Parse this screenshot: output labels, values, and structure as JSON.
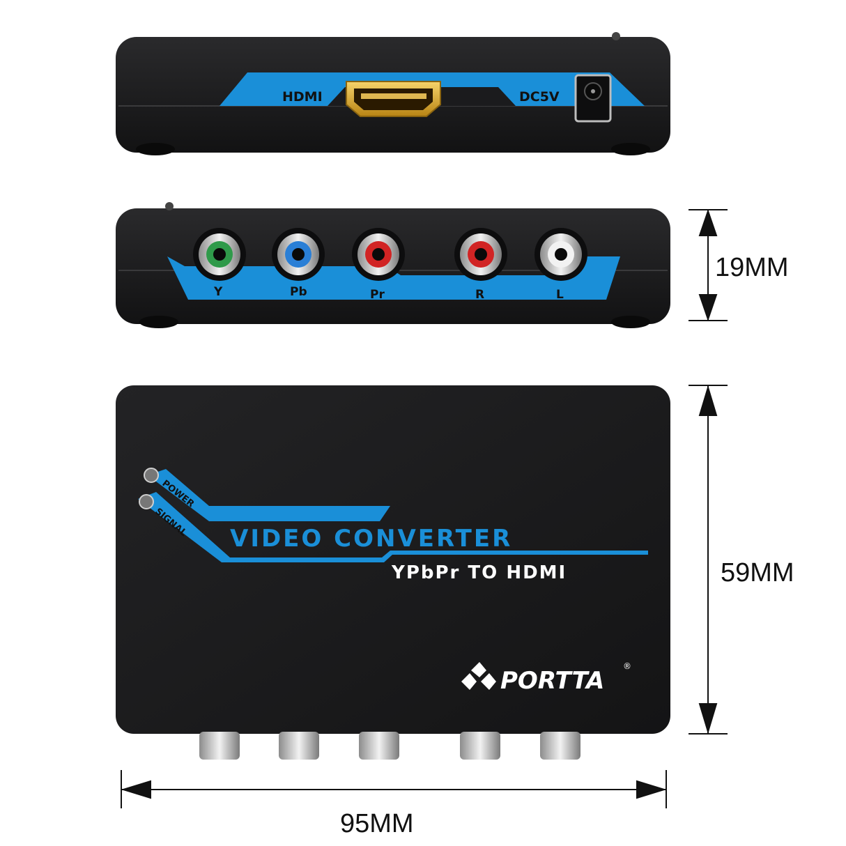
{
  "back_panel": {
    "hdmi_label": "HDMI",
    "power_label": "DC5V"
  },
  "front_panel": {
    "ports": [
      {
        "label": "Y",
        "color": "#2f9a4a"
      },
      {
        "label": "Pb",
        "color": "#2a7fd6"
      },
      {
        "label": "Pr",
        "color": "#d12424"
      },
      {
        "label": "R",
        "color": "#d12424"
      },
      {
        "label": "L",
        "color": "#f2f2f2"
      }
    ]
  },
  "top_panel": {
    "led_power_label": "POWER",
    "led_signal_label": "SIGNAL",
    "title": "VIDEO CONVERTER",
    "subtitle": "YPbPr TO HDMI",
    "brand": "PORTTA",
    "registered": "®"
  },
  "dimensions": {
    "height_label": "19MM",
    "depth_label": "59MM",
    "width_label": "95MM"
  },
  "colors": {
    "body": "#1b1b1d",
    "accent_blue": "#1a8fd8",
    "gold": "#d9a520"
  }
}
